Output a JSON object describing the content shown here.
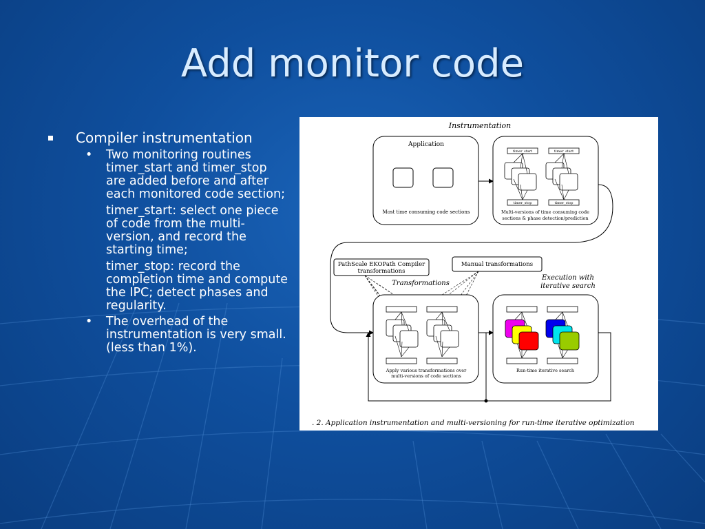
{
  "slide": {
    "title": "Add monitor code"
  },
  "bullets": {
    "main": "Compiler instrumentation",
    "sub1": "Two monitoring routines timer_start and timer_stop are added before and after each monitored code section;",
    "sub1_para2": "timer_start: select one piece of code from the multi-version, and record the starting time;",
    "sub1_para3": "timer_stop: record the completion time and compute the IPC; detect phases and regularity.",
    "sub2": "The overhead of the instrumentation is very small. (less than 1%)."
  },
  "figure": {
    "instrumentation_label": "Instrumentation",
    "application_label": "Application",
    "most_time_label": "Most time consuming code sections",
    "timer_start": "timer_start",
    "timer_stop": "timer_stop",
    "multi_versions_line1": "Multi-versions of time consuming code",
    "multi_versions_line2": "sections & phase detection/prediction",
    "pathscale_line1": "PathScale EKOPath Compiler",
    "pathscale_line2": "transformations",
    "manual_label": "Manual transformations",
    "transformations_label": "Transformations",
    "execution_line1": "Execution with",
    "execution_line2": "iterative search",
    "apply_line1": "Apply various transformations over",
    "apply_line2": "multi-versions of code sections",
    "runtime_label": "Run-time iterative search",
    "caption": ". 2. Application instrumentation and multi-versioning for run-time iterative optimization",
    "colors": {
      "magenta": "#ee00ee",
      "yellow": "#ffff00",
      "red": "#ff0000",
      "blue": "#0000ee",
      "cyan": "#00e5ee",
      "green": "#99cc00"
    }
  }
}
